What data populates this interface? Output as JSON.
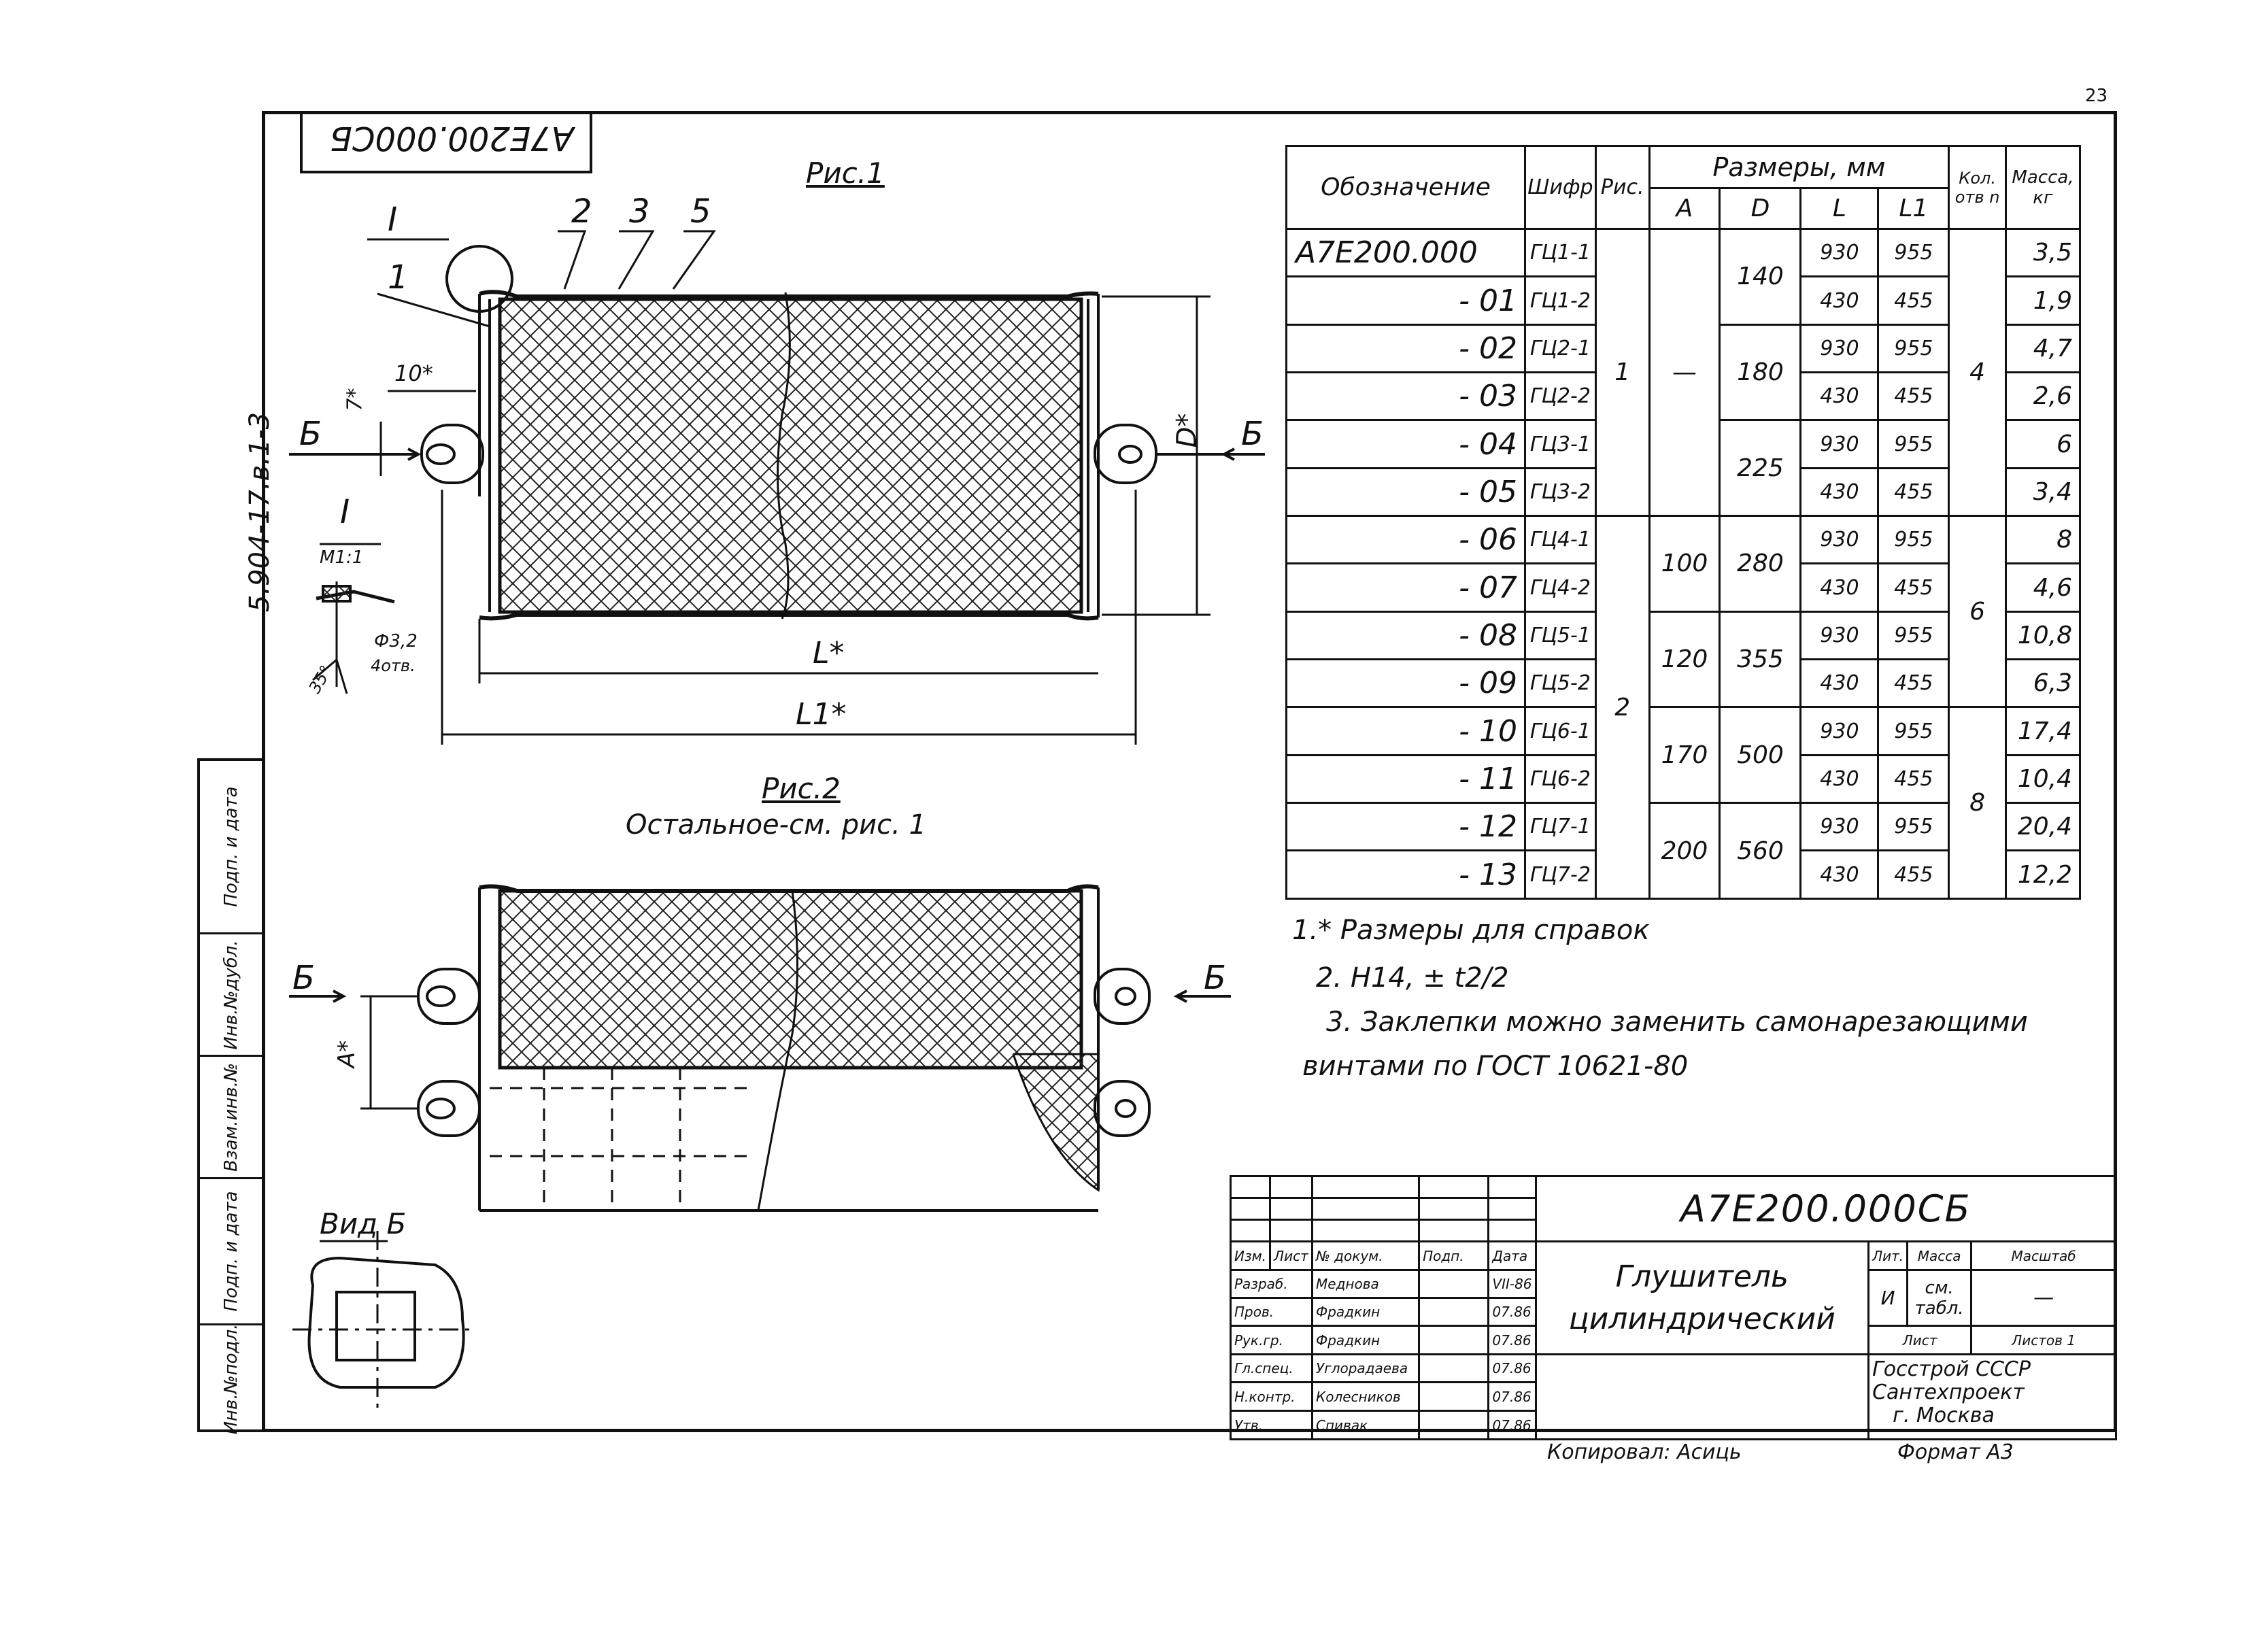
{
  "page": {
    "page_number": "23",
    "document_code_rotated": "А7Е200.000СБ",
    "series_code": "5.904-17.в.1-3"
  },
  "figure1": {
    "title": "Рис.1",
    "callouts": [
      "I",
      "1",
      "2",
      "3",
      "5"
    ],
    "dim_L": "L*",
    "dim_L1": "L1*",
    "dim_D": "D*",
    "dim_10": "10*",
    "dim_7": "7*",
    "section_left": "Б",
    "section_right": "Б",
    "detail_title": "I",
    "detail_scale": "М1:1",
    "detail_hole": "Ф3,2",
    "detail_hole_note": "4отв.",
    "detail_angle": "35°"
  },
  "figure2": {
    "title": "Рис.2",
    "subtitle": "Остальное-см. рис. 1",
    "section_left": "Б",
    "section_right": "Б",
    "dim_A": "A*"
  },
  "view_b": {
    "title": "Вид Б"
  },
  "side_stamp": [
    "Инв.№подл.",
    "Подп. и дата",
    "Взам.инв.№",
    "Инв.№дубл.",
    "Подп. и дата"
  ],
  "spec_table": {
    "headers": {
      "designation": "Обозначение",
      "code": "Шифр",
      "fig": "Рис.",
      "sizes": "Размеры, мм",
      "A": "A",
      "D": "D",
      "L": "L",
      "L1": "L1",
      "holes": "Кол. отв n",
      "mass": "Масса, кг"
    },
    "rows": [
      {
        "des": "А7Е200.000",
        "code": "ГЦ1-1",
        "L": "930",
        "L1": "955",
        "mass": "3,5"
      },
      {
        "des": "- 01",
        "code": "ГЦ1-2",
        "L": "430",
        "L1": "455",
        "mass": "1,9"
      },
      {
        "des": "- 02",
        "code": "ГЦ2-1",
        "L": "930",
        "L1": "955",
        "mass": "4,7"
      },
      {
        "des": "- 03",
        "code": "ГЦ2-2",
        "L": "430",
        "L1": "455",
        "mass": "2,6"
      },
      {
        "des": "- 04",
        "code": "ГЦ3-1",
        "L": "930",
        "L1": "955",
        "mass": "6"
      },
      {
        "des": "- 05",
        "code": "ГЦ3-2",
        "L": "430",
        "L1": "455",
        "mass": "3,4"
      },
      {
        "des": "- 06",
        "code": "ГЦ4-1",
        "L": "930",
        "L1": "955",
        "mass": "8"
      },
      {
        "des": "- 07",
        "code": "ГЦ4-2",
        "L": "430",
        "L1": "455",
        "mass": "4,6"
      },
      {
        "des": "- 08",
        "code": "ГЦ5-1",
        "L": "930",
        "L1": "955",
        "mass": "10,8"
      },
      {
        "des": "- 09",
        "code": "ГЦ5-2",
        "L": "430",
        "L1": "455",
        "mass": "6,3"
      },
      {
        "des": "- 10",
        "code": "ГЦ6-1",
        "L": "930",
        "L1": "955",
        "mass": "17,4"
      },
      {
        "des": "- 11",
        "code": "ГЦ6-2",
        "L": "430",
        "L1": "455",
        "mass": "10,4"
      },
      {
        "des": "- 12",
        "code": "ГЦ7-1",
        "L": "930",
        "L1": "955",
        "mass": "20,4"
      },
      {
        "des": "- 13",
        "code": "ГЦ7-2",
        "L": "430",
        "L1": "455",
        "mass": "12,2"
      }
    ],
    "fig_groups": [
      "1",
      "2"
    ],
    "A_groups": [
      "—",
      "100",
      "120",
      "170",
      "200"
    ],
    "D_groups": [
      "140",
      "180",
      "225",
      "280",
      "355",
      "500",
      "560"
    ],
    "holes_groups": [
      "4",
      "6",
      "8"
    ]
  },
  "notes": [
    "1.* Размеры для справок",
    "2. H14, ± t2/2",
    "3. Заклепки можно заменить самонарезающими",
    "винтами по ГОСТ 10621-80"
  ],
  "title_block": {
    "doc_code": "А7Е200.000СБ",
    "name_line1": "Глушитель",
    "name_line2": "цилиндрический",
    "lit_label": "Лит.",
    "mass_label": "Масса",
    "scale_label": "Масштаб",
    "lit_value": "И",
    "mass_value": "см. табл.",
    "scale_value": "—",
    "sheet_label": "Лист",
    "sheets_label": "Листов 1",
    "org_line1": "Госстрой СССР",
    "org_line2": "Сантехпроект",
    "org_line3": "г. Москва",
    "header_cols": [
      "Изм.",
      "Лист",
      "№ докум.",
      "Подп.",
      "Дата"
    ],
    "people": [
      {
        "role": "Разраб.",
        "name": "Меднова",
        "date": "VII-86"
      },
      {
        "role": "Пров.",
        "name": "Фрадкин",
        "date": "07.86"
      },
      {
        "role": "Рук.гр.",
        "name": "Фрадкин",
        "date": "07.86"
      },
      {
        "role": "Гл.спец.",
        "name": "Углорадаева",
        "date": "07.86"
      },
      {
        "role": "Н.контр.",
        "name": "Колесников",
        "date": "07.86"
      },
      {
        "role": "Утв.",
        "name": "Спивак",
        "date": "07.86"
      }
    ],
    "copied_by": "Копировал: Асиць",
    "format": "Формат А3"
  }
}
